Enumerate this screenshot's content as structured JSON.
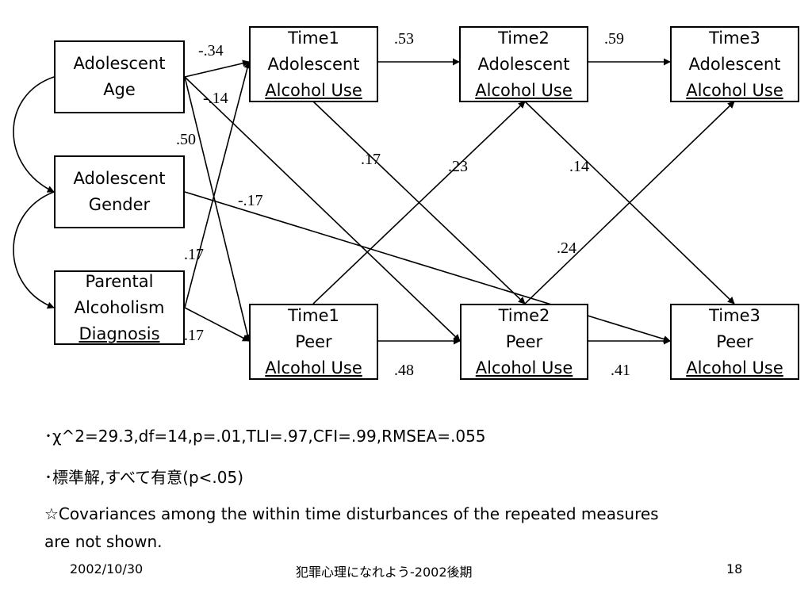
{
  "boxes": {
    "age": [
      "Adolescent",
      "Age"
    ],
    "gender": [
      "Adolescent",
      "Gender"
    ],
    "parental": [
      "Parental",
      "Alcoholism",
      "Diagnosis"
    ],
    "t1a": [
      "Time1",
      "Adolescent",
      "Alcohol Use"
    ],
    "t2a": [
      "Time2",
      "Adolescent",
      "Alcohol Use"
    ],
    "t3a": [
      "Time3",
      "Adolescent",
      "Alcohol Use"
    ],
    "t1p": [
      "Time1",
      "Peer",
      "Alcohol Use"
    ],
    "t2p": [
      "Time2",
      "Peer",
      "Alcohol Use"
    ],
    "t3p": [
      "Time3",
      "Peer",
      "Alcohol Use"
    ]
  },
  "coefficients": {
    "age_t1a": "-.34",
    "age_t2p": "-.14",
    "age_t1p": ".50",
    "parental_t1a": ".17",
    "parental_t1p": ".17",
    "gender_t3p": "-.17",
    "t1a_t2a": ".53",
    "t2a_t3a": ".59",
    "t1a_t2p": ".17",
    "t1p_t2a": ".23",
    "t2a_t3p": ".14",
    "t2p_t3a": ".24",
    "t1p_t2p": ".48",
    "t2p_t3p": ".41"
  },
  "notes": {
    "fit": "･χ^2=29.3,df=14,p=.01,TLI=.97,CFI=.99,RMSEA=.055",
    "significance": "･標準解,すべて有意(p<.05)",
    "covariance_line1": "☆Covariances among the within time disturbances of the repeated measures",
    "covariance_line2": "are not shown."
  },
  "footer": {
    "date": "2002/10/30",
    "course": "犯罪心理になれよう-2002後期",
    "page": "18"
  }
}
